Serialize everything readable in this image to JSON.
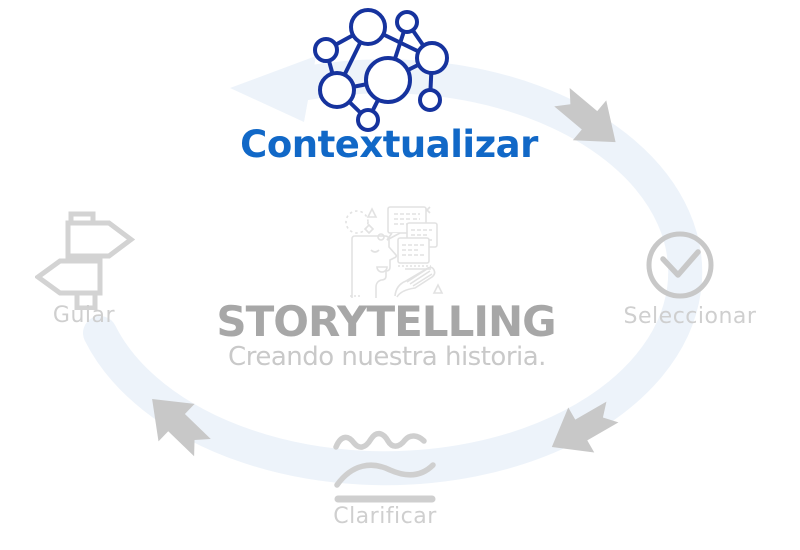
{
  "cycle": {
    "center": {
      "title": "STORYTELLING",
      "subtitle": "Creando nuestra historia.",
      "illustration_icon": "storyteller-face-speech-bubbles-icon"
    },
    "steps": [
      {
        "id": "contextualizar",
        "label": "Contextualizar",
        "icon": "network-nodes-icon",
        "position": "top",
        "state": "active"
      },
      {
        "id": "seleccionar",
        "label": "Seleccionar",
        "icon": "check-circle-icon",
        "position": "right",
        "state": "inactive"
      },
      {
        "id": "clarificar",
        "label": "Clarificar",
        "icon": "waves-icon",
        "position": "bottom",
        "state": "inactive"
      },
      {
        "id": "guiar",
        "label": "Guiar",
        "icon": "signpost-icon",
        "position": "left",
        "state": "inactive"
      }
    ],
    "flow": {
      "direction": "clockwise",
      "arrow_icon": "thick-notched-arrow-icon",
      "band_icon": "faint-cycle-band-arrow-icon"
    }
  },
  "colors": {
    "active_label_blue": "#1168c7",
    "active_icon_navy": "#16339e",
    "inactive_icon_gray": "#d2d2d2",
    "arrow_gray": "#c8c8c8",
    "band_light_blue": "#edf3fa",
    "title_gray": "#a7a7a7",
    "subtitle_gray": "#c9c9c9",
    "illustration_gray": "#e2e2e2",
    "background": "#ffffff"
  }
}
